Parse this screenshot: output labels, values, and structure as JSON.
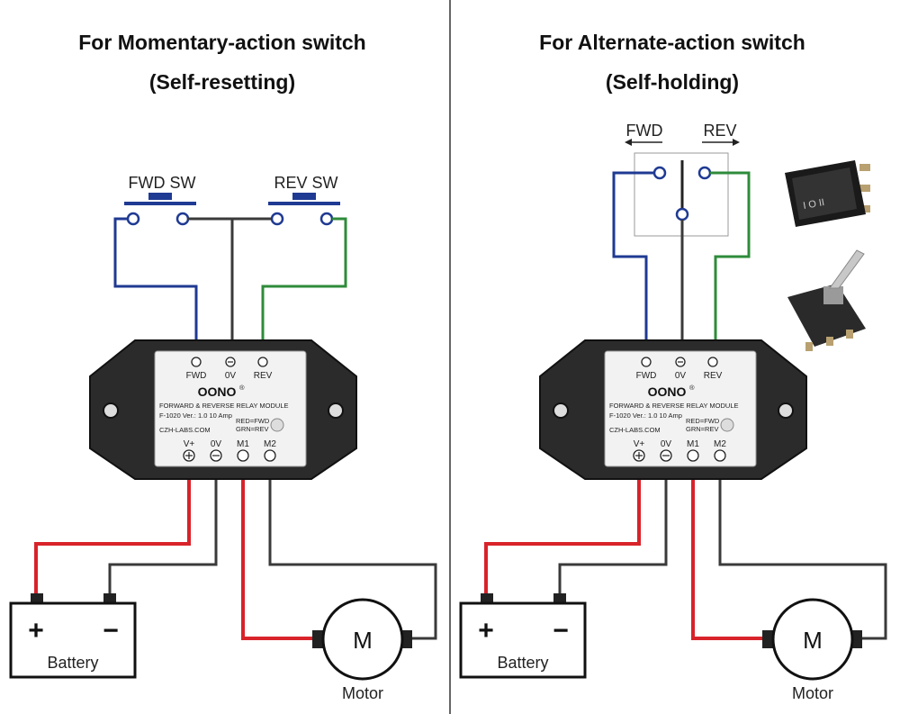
{
  "colors": {
    "red_wire": "#d9232a",
    "black_wire": "#3a3a3a",
    "blue_wire": "#1f3a93",
    "green_wire": "#2e8b3a",
    "module_body": "#2b2b2b",
    "label_plate": "#f2f2f2"
  },
  "panels": [
    {
      "title_line1": "For Momentary-action switch",
      "title_line2": "(Self-resetting)",
      "switch_labels": [
        "FWD SW",
        "REV SW"
      ]
    },
    {
      "title_line1": "For Alternate-action switch",
      "title_line2": "(Self-holding)",
      "switch_labels": [
        "FWD",
        "REV"
      ],
      "icons": [
        "rocker-switch-icon",
        "toggle-switch-icon"
      ]
    }
  ],
  "module": {
    "top_terminals": [
      "FWD",
      "0V",
      "REV"
    ],
    "brand": "OONO",
    "description": "FORWARD & REVERSE RELAY MODULE",
    "model": "F-1020 Ver.: 1.0   10 Amp",
    "website": "CZH-LABS.COM",
    "led_legend": [
      "RED=FWD",
      "GRN=REV"
    ],
    "bottom_terminals": [
      "V+",
      "0V",
      "M1",
      "M2"
    ]
  },
  "battery": {
    "label": "Battery",
    "plus": "+",
    "minus": "−"
  },
  "motor": {
    "symbol": "M",
    "label": "Motor"
  }
}
